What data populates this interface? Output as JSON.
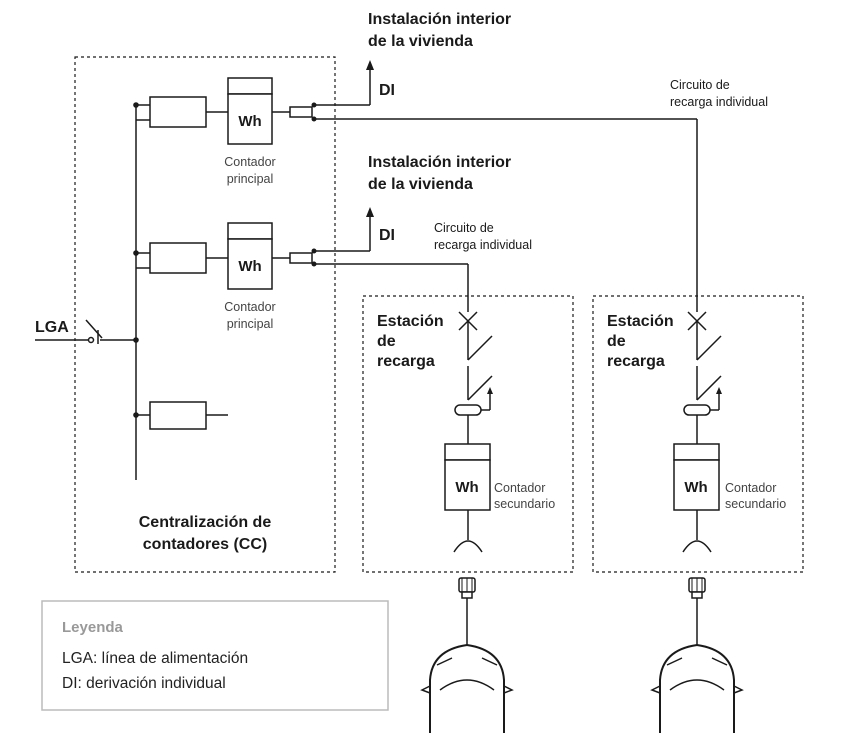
{
  "labels": {
    "inst_interior_1": "Instalación interior",
    "inst_interior_2": "de la vivienda",
    "di": "DI",
    "lga": "LGA",
    "circuito_1": "Circuito de",
    "circuito_2": "recarga individual",
    "contador_1": "Contador",
    "contador_2": "principal",
    "wh": "Wh",
    "cc_1": "Centralización de",
    "cc_2": "contadores (CC)",
    "estacion_1": "Estación",
    "estacion_2": "de",
    "estacion_3": "recarga",
    "secundario_1": "Contador",
    "secundario_2": "secundario"
  },
  "legend": {
    "title": "Leyenda",
    "items": [
      "LGA: línea de alimentación",
      "DI: derivación individual"
    ]
  },
  "colors": {
    "line": "#1a1a1a",
    "legend_border": "#bbbbbb",
    "legend_title": "#999999"
  }
}
